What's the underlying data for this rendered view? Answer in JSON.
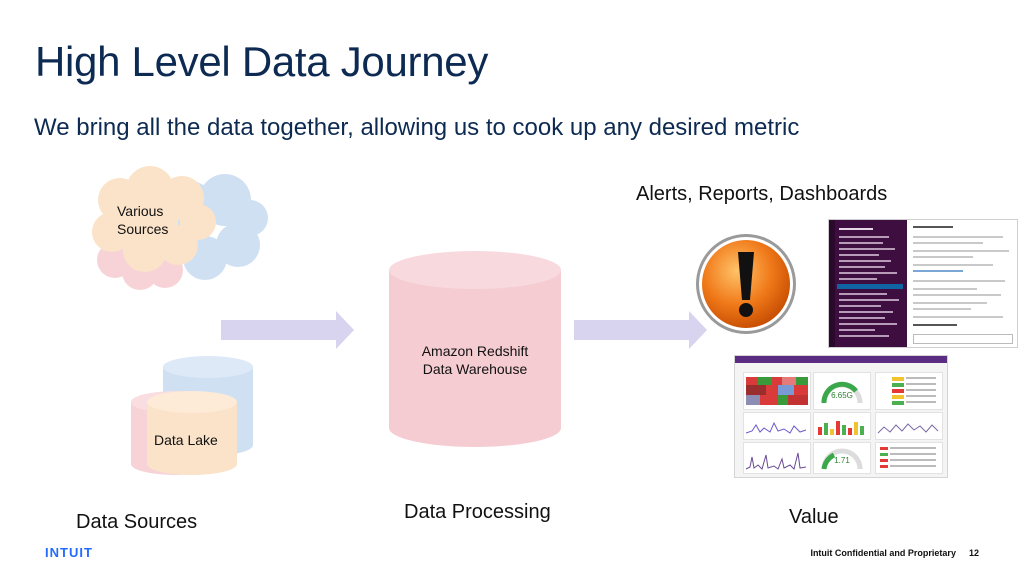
{
  "slide": {
    "title": "High Level Data Journey",
    "subtitle": "We bring all the data together, allowing us to cook up any desired metric"
  },
  "sources": {
    "cloud_label_line1": "Various",
    "cloud_label_line2": "Sources",
    "lake_label": "Data Lake",
    "section_label": "Data Sources"
  },
  "processing": {
    "warehouse_line1": "Amazon Redshift",
    "warehouse_line2": "Data Warehouse",
    "section_label": "Data Processing"
  },
  "value": {
    "heading": "Alerts, Reports, Dashboards",
    "section_label": "Value",
    "gauge1_value": "6.65G",
    "gauge2_value": "1.71"
  },
  "footer": {
    "logo": "INTUIT",
    "confidential": "Intuit Confidential and Proprietary",
    "page_number": "12"
  },
  "colors": {
    "title": "#0d2a52",
    "cloud_pink": "#f7d3d8",
    "cloud_peach": "#fbe3c9",
    "cloud_blue": "#cfe0f3",
    "cylinder_pink": "#f5ccd1",
    "arrow": "#d8d3ee",
    "alert_orange": "#f07a1a",
    "logo_blue": "#236cff"
  }
}
